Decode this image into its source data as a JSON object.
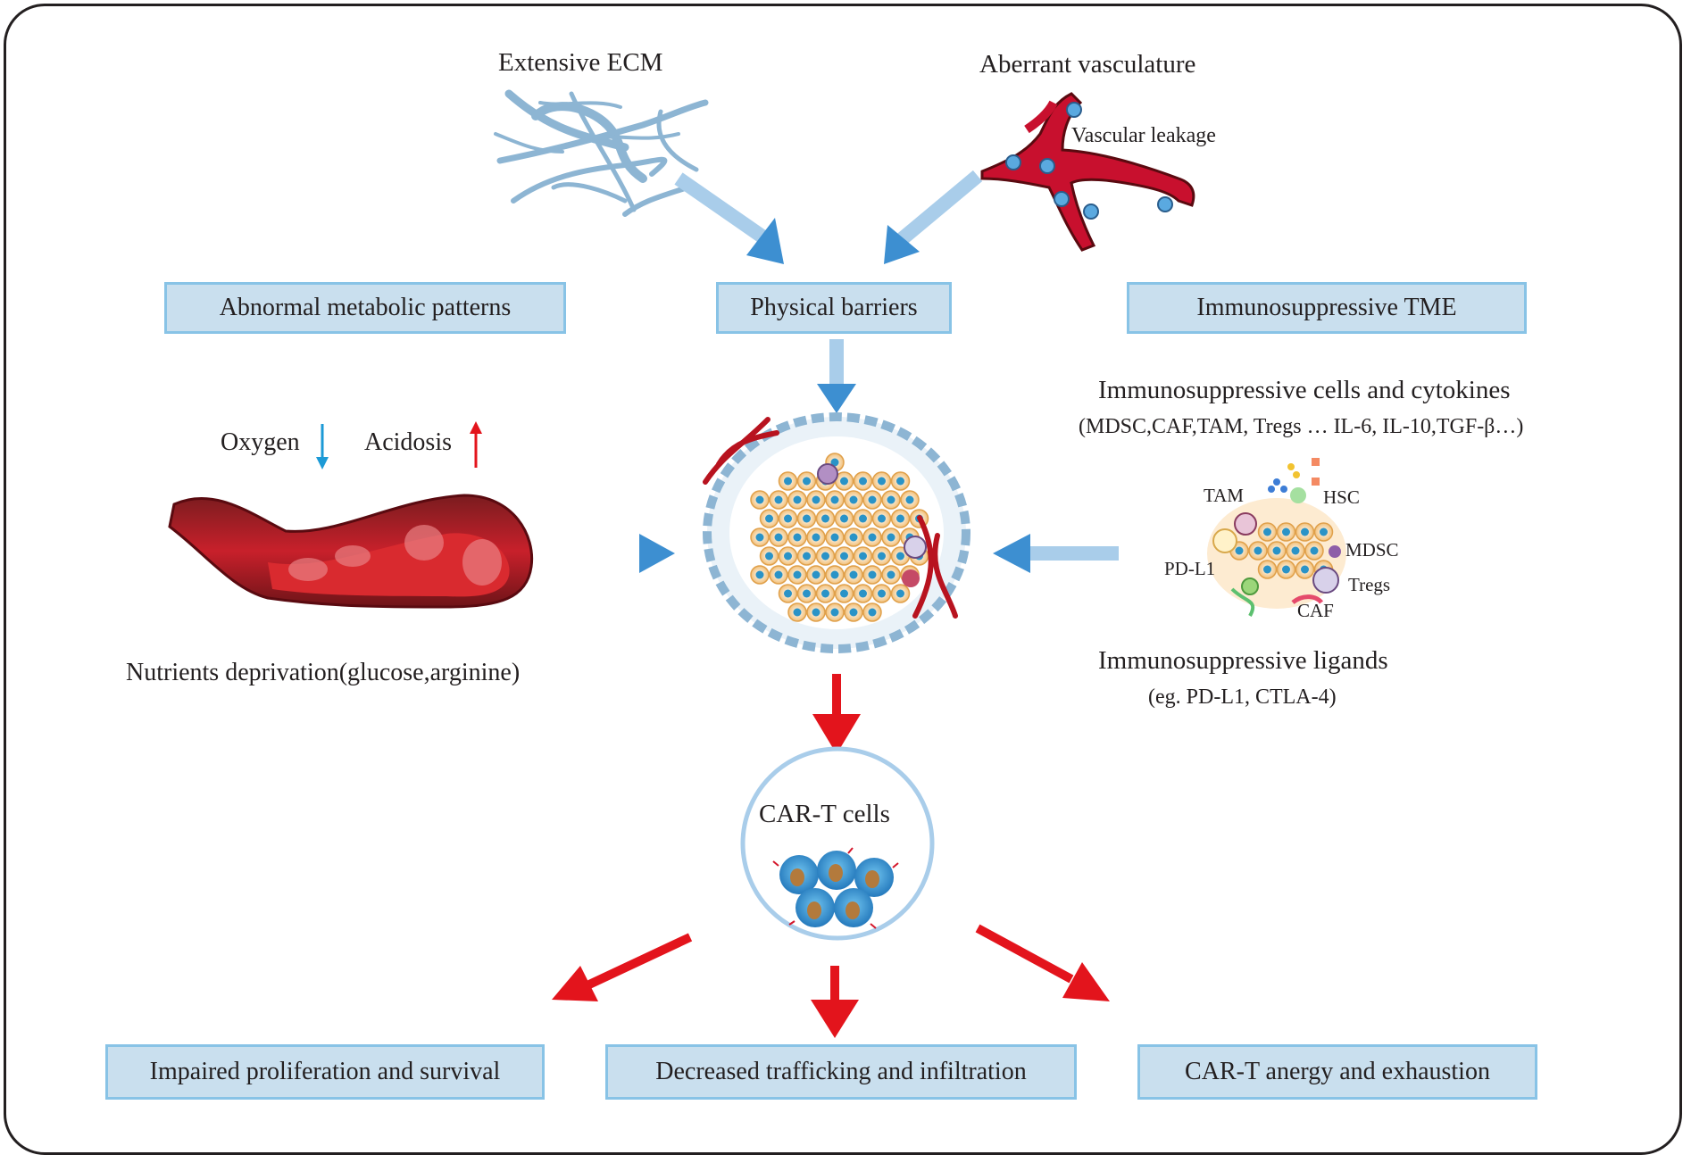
{
  "top": {
    "ecm_label": "Extensive ECM",
    "vasculature_label": "Aberrant vasculature",
    "leakage_label": "Vascular leakage"
  },
  "categories": {
    "metabolic": "Abnormal metabolic patterns",
    "physical": "Physical barriers",
    "immuno_tme": "Immunosuppressive TME"
  },
  "metabolic": {
    "oxygen_label": "Oxygen",
    "acidosis_label": "Acidosis",
    "nutrients_label": "Nutrients deprivation(glucose,arginine)"
  },
  "immuno": {
    "cells_title": "Immunosuppressive cells and cytokines",
    "cells_list": "(MDSC,CAF,TAM, Tregs … IL-6, IL-10,TGF-β…)",
    "cell_labels": {
      "tam": "TAM",
      "hsc": "HSC",
      "mdsc": "MDSC",
      "pdl1": "PD-L1",
      "tregs": "Tregs",
      "caf": "CAF"
    },
    "ligands_title": "Immunosuppressive ligands",
    "ligands_list": "(eg. PD-L1, CTLA-4)"
  },
  "cart": {
    "label": "CAR-T cells"
  },
  "outcomes": [
    "Impaired proliferation and survival",
    "Decreased trafficking and infiltration",
    "CAR-T anergy and exhaustion"
  ],
  "colors": {
    "box_fill": "#c9dfee",
    "box_border": "#88c3e6",
    "blue_arrow": "#3d8fd1",
    "red_arrow": "#e3141c",
    "vessel_red": "#c8102e",
    "ecm_blue": "#8db5d3"
  }
}
